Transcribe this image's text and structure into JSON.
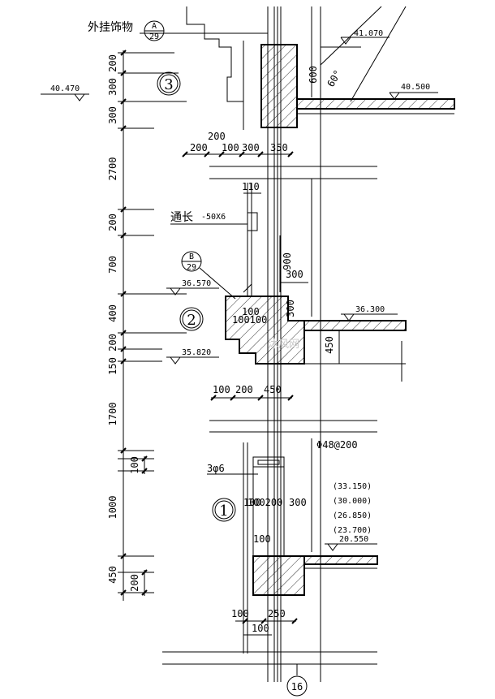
{
  "title_note": "外挂饰物",
  "detail_refs": [
    {
      "letter": "A",
      "sheet": "29"
    },
    {
      "letter": "B",
      "sheet": "29"
    }
  ],
  "section_marks": [
    "3",
    "2",
    "1"
  ],
  "axis_mark": "16",
  "levels": [
    "41.070",
    "40.470",
    "40.500",
    "36.570",
    "36.300",
    "35.820",
    "20.550"
  ],
  "level_list": [
    "(33.150)",
    "(30.000)",
    "(26.850)",
    "(23.700)"
  ],
  "angle": "60°",
  "notes": {
    "flat_bar": "通长",
    "flat_bar_size": "-50X6",
    "rebar": "3φ6",
    "pipe": "Φ48@200"
  },
  "left_dims": [
    "200",
    "300",
    "300",
    "2700",
    "200",
    "700",
    "400",
    "200",
    "150",
    "1700",
    "100",
    "1000",
    "450",
    "200"
  ],
  "dims": {
    "top_row": [
      "200",
      "200",
      "100",
      "300",
      "350"
    ],
    "right_600": "600",
    "d110": "110",
    "d900": "900",
    "d300a": "300",
    "d100a": "100",
    "d100100": "100100",
    "d300b": "300",
    "d450v": "450",
    "mid_row": [
      "100",
      "200",
      "450"
    ],
    "d100b": "100",
    "d100200": "100200",
    "d300c": "300",
    "d100c": "100",
    "bottom_row": [
      "100",
      "250"
    ],
    "d100d": "100"
  },
  "watermark": "沐风网"
}
